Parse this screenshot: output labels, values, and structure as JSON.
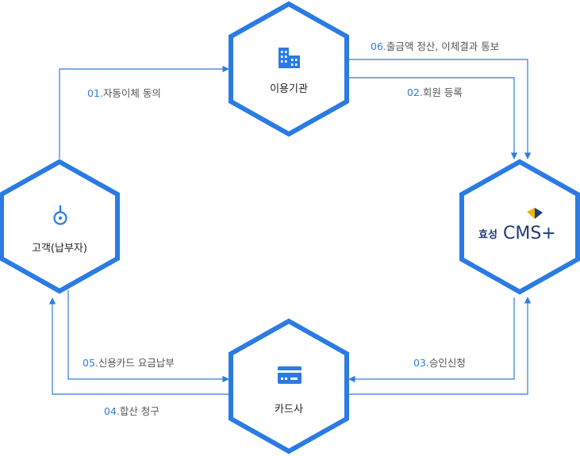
{
  "nodes": {
    "institution": {
      "name": "이용기관",
      "icon": "building-icon"
    },
    "customer": {
      "name": "고객(납부자)",
      "icon": "person-pin-icon"
    },
    "cms": {
      "logo_prefix": "효성",
      "logo_main": "CMS+",
      "logo_mark_color": "#f0b400"
    },
    "card": {
      "name": "카드사",
      "icon": "credit-card-icon"
    }
  },
  "steps": [
    {
      "num": "01.",
      "text": "자동이체 동의"
    },
    {
      "num": "02.",
      "text": "회원 등록"
    },
    {
      "num": "03.",
      "text": "승인신청"
    },
    {
      "num": "04.",
      "text": "합산 청구"
    },
    {
      "num": "05.",
      "text": "신용카드 요금납부"
    },
    {
      "num": "06.",
      "text": "출금액 정산, 이체결과 통보"
    }
  ],
  "colors": {
    "accent": "#2a7be4",
    "label": "#555555",
    "logo_navy": "#1d3a7a"
  }
}
